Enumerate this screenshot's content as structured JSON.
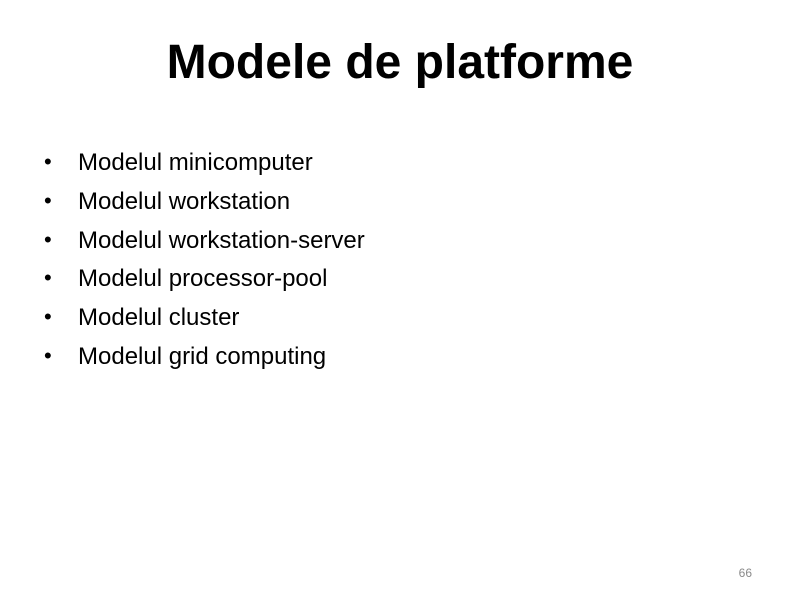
{
  "slide": {
    "title": "Modele de platforme",
    "bullet_glyph": "•",
    "items": [
      "Modelul minicomputer",
      "Modelul workstation",
      "Modelul workstation-server",
      "Modelul processor-pool",
      "Modelul cluster",
      "Modelul grid computing"
    ],
    "page_number": "66"
  }
}
